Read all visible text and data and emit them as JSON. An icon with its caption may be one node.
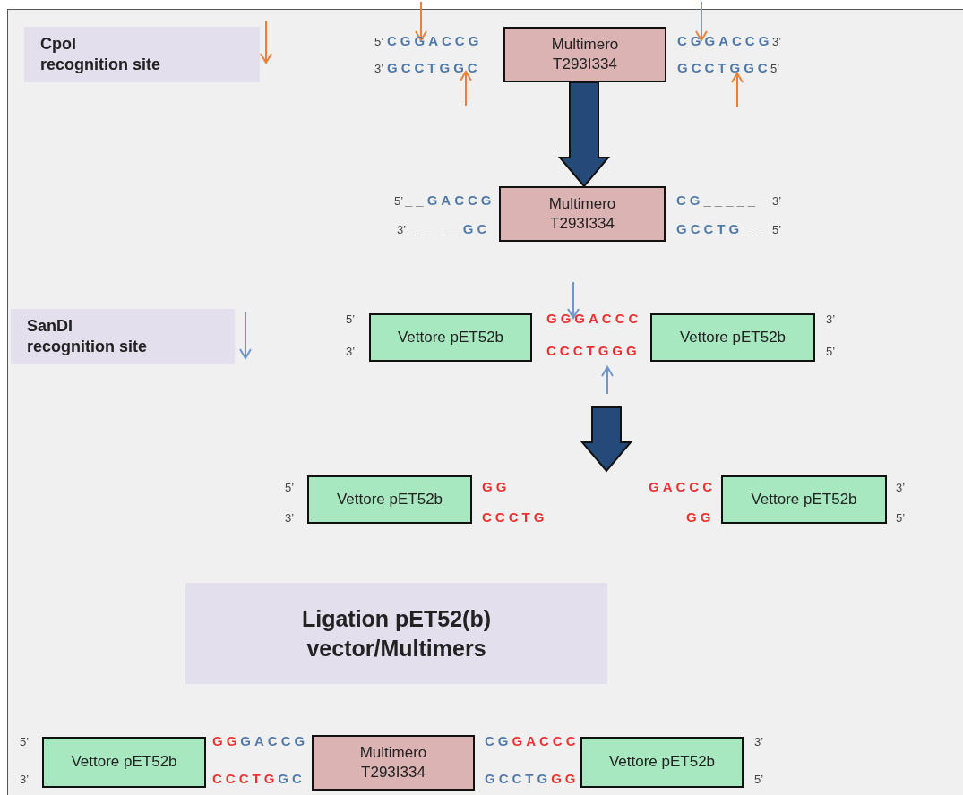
{
  "diagram": {
    "nodes": [
      {
        "text": [
          "CpoI recognition site"
        ]
      },
      {
        "text": [
          "Multimero T293I334"
        ]
      },
      {
        "text": [
          "Multimero T293I334"
        ]
      },
      {
        "text": [
          "SanDI recognition site"
        ]
      },
      {
        "text": [
          "Vettore pET52b"
        ]
      },
      {
        "text": [
          "Vettore pET52b"
        ]
      },
      {
        "text": [
          "Vettore pET52b"
        ]
      },
      {
        "text": [
          "Vettore pET52b"
        ]
      },
      {
        "text": [
          "Ligation  pET52(b) vector/Multimers"
        ]
      },
      {
        "text": [
          "Vettore pET52b"
        ]
      },
      {
        "text": [
          "Multimero T293I334"
        ]
      },
      {
        "text": [
          "Vettore pET52b"
        ]
      }
    ],
    "edges": [
      {
        "from": 1,
        "to": 2,
        "arrow": "to"
      }
    ],
    "labels": [
      "5’",
      "CGGACCG",
      "CGGACCG",
      "3’",
      "3’",
      "GCCTGGC",
      "GCCTGGC",
      "5’",
      "5’",
      "__GACCG",
      "CG_____",
      "3’",
      "3’",
      "_____GC",
      "GCCTG__",
      "5’",
      "5’",
      "GGGACCC",
      "3’",
      "3’",
      "CCCTGGG",
      "5’",
      "5’",
      "GG",
      "GACCC",
      "3’",
      "3’",
      "CCCTG",
      "GG",
      "5’",
      "5’",
      "GGGACCG",
      "CGGACCC",
      "3’",
      "3’",
      "CCCTGGC",
      "GCCTGGG",
      "5’"
    ]
  }
}
